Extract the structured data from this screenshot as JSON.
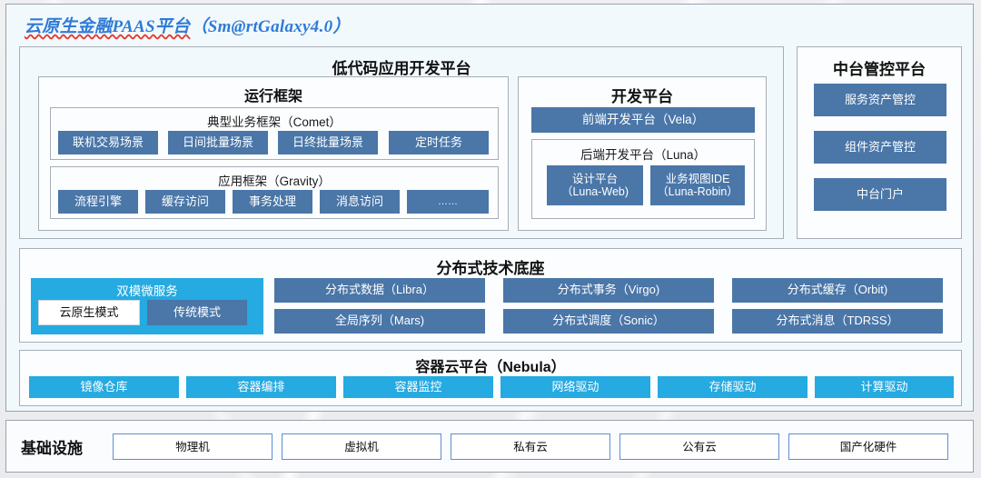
{
  "platform": {
    "title_cn": "云原生金融PAAS平台",
    "title_full": "云原生金融PAAS平台（Sm@rtGalaxy4.0）",
    "title_en": "（Sm@rtGalaxy4.0）"
  },
  "colors": {
    "accent_blue": "#4a76a8",
    "accent_cyan": "#25aae1",
    "title_blue": "#2f7bd6",
    "spellcheck_red": "#e8392e",
    "panel_bg": "#f2f9fd",
    "border_gray": "#a7aeb6"
  },
  "lowcode": {
    "title": "低代码应用开发平台",
    "runtime": {
      "title": "运行框架",
      "comet": {
        "title": "典型业务框架（Comet）",
        "chips": [
          "联机交易场景",
          "日间批量场景",
          "日终批量场景",
          "定时任务"
        ]
      },
      "gravity": {
        "title": "应用框架（Gravity）",
        "chips": [
          "流程引擎",
          "缓存访问",
          "事务处理",
          "消息访问",
          "……"
        ]
      }
    },
    "devplatform": {
      "title": "开发平台",
      "frontend": "前端开发平台（Vela）",
      "luna": {
        "title": "后端开发平台（Luna）",
        "chips": [
          {
            "line1": "设计平台",
            "line2": "（Luna-Web)"
          },
          {
            "line1": "业务视图IDE",
            "line2": "（Luna-Robin）"
          }
        ]
      }
    }
  },
  "midoffice": {
    "title": "中台管控平台",
    "chips": [
      "服务资产管控",
      "组件资产管控",
      "中台门户"
    ]
  },
  "distributed": {
    "title": "分布式技术底座",
    "dualmode": {
      "title": "双模微服务",
      "chips": [
        "云原生模式",
        "传统模式"
      ]
    },
    "columns": [
      [
        "分布式数据（Libra）",
        "全局序列（Mars)"
      ],
      [
        "分布式事务（Virgo)",
        "分布式调度（Sonic）"
      ],
      [
        "分布式缓存（Orbit)",
        "分布式消息（TDRSS）"
      ]
    ]
  },
  "container_cloud": {
    "title": "容器云平台（Nebula）",
    "chips": [
      "镜像仓库",
      "容器编排",
      "容器监控",
      "网络驱动",
      "存储驱动",
      "计算驱动"
    ]
  },
  "infrastructure": {
    "label": "基础设施",
    "chips": [
      "物理机",
      "虚拟机",
      "私有云",
      "公有云",
      "国产化硬件"
    ]
  }
}
